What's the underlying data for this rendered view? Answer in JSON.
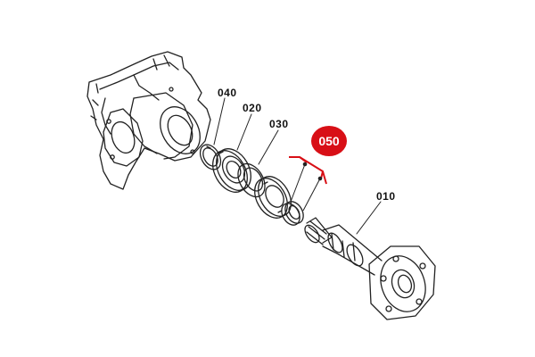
{
  "parts": {
    "p010": "010",
    "p020": "020",
    "p030": "030",
    "p040": "040"
  },
  "highlight": {
    "label": "050",
    "color": "#d80f16"
  }
}
